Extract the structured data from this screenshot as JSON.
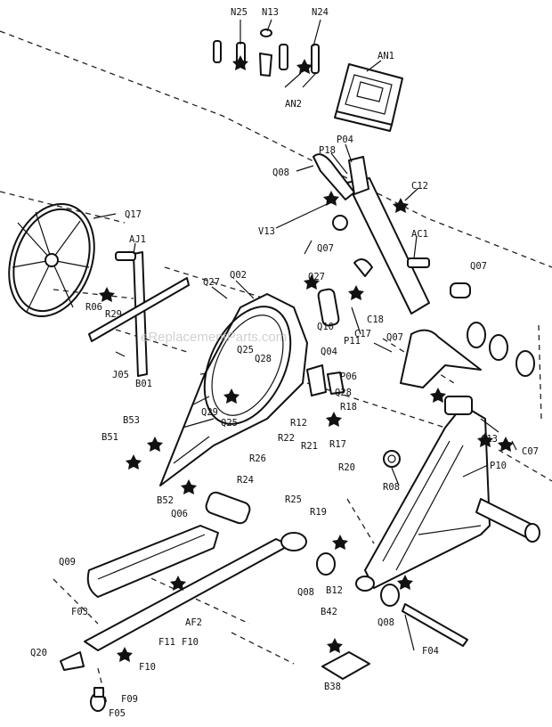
{
  "watermark": "eReplacementParts.com",
  "labels": {
    "N25": "N25",
    "N13": "N13",
    "N24": "N24",
    "AN1": "AN1",
    "AN2": "AN2",
    "P04": "P04",
    "P18": "P18",
    "Q08a": "Q08",
    "C12": "C12",
    "V13": "V13",
    "Q07a": "Q07",
    "AC1": "AC1",
    "Q07b": "Q07",
    "Q17": "Q17",
    "AJ1": "AJ1",
    "R06": "R06",
    "R29": "R29",
    "Q27a": "Q27",
    "Q02": "Q02",
    "Q27b": "Q27",
    "Q10": "Q10",
    "C17": "C17",
    "C18": "C18",
    "Q25a": "Q25",
    "Q28a": "Q28",
    "P11": "P11",
    "Q04": "Q04",
    "Q07c": "Q07",
    "J05": "J05",
    "B01": "B01",
    "P06": "P06",
    "Q28b": "Q28",
    "Q29": "Q29",
    "Q25b": "Q25",
    "R12": "R12",
    "R18": "R18",
    "B53": "B53",
    "R22": "R22",
    "R21": "R21",
    "R17": "R17",
    "C13": "C13",
    "C07": "C07",
    "B51": "B51",
    "R26": "R26",
    "R20": "R20",
    "R08": "R08",
    "P10": "P10",
    "R24": "R24",
    "R25": "R25",
    "B52": "B52",
    "Q06": "Q06",
    "R19": "R19",
    "Q09": "Q09",
    "Q08b": "Q08",
    "B12": "B12",
    "F03": "F03",
    "B42": "B42",
    "Q08c": "Q08",
    "AF2": "AF2",
    "F11": "F11",
    "F10a": "F10",
    "Q20": "Q20",
    "F10b": "F10",
    "F04": "F04",
    "B38": "B38",
    "F09": "F09",
    "F05": "F05"
  }
}
